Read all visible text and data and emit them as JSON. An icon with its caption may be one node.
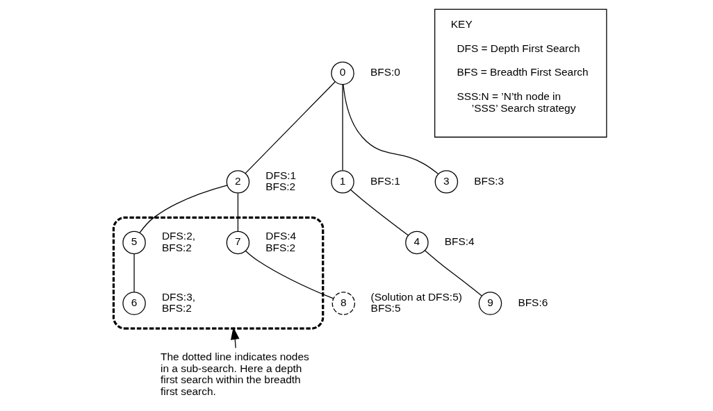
{
  "diagram": {
    "nodes": [
      {
        "text": [
          "0"
        ],
        "beside": [
          "BFS:0"
        ]
      },
      {
        "text": [
          "1"
        ],
        "beside": [
          "BFS:1"
        ]
      },
      {
        "text": [
          "2"
        ],
        "beside": [
          "DFS:1",
          "BFS:2"
        ]
      },
      {
        "text": [
          "3"
        ],
        "beside": [
          "BFS:3"
        ]
      },
      {
        "text": [
          "KEY",
          "DFS = Depth First Search",
          "BFS = Breadth First Search",
          "SSS:N = ’N’th node in ’SSS’ Search strategy"
        ]
      },
      {
        "text": [],
        "shape": "cloud"
      },
      {
        "text": [
          "5"
        ],
        "beside": [
          "DFS:2,",
          "BFS:2"
        ],
        "in": 5
      },
      {
        "text": [
          "7"
        ],
        "beside": [
          "DFS:4",
          "BFS:2"
        ],
        "in": 5
      },
      {
        "text": [
          "6"
        ],
        "beside": [
          "DFS:3,",
          "BFS:2"
        ],
        "in": 5
      },
      {
        "text": [
          "The dotted line indicates nodes in a sub-search. Here a depth first search within the breadth first search."
        ]
      },
      {
        "text": [
          "4"
        ],
        "beside": [
          "BFS:4"
        ]
      },
      {
        "text": [
          "8"
        ],
        "beside": [
          "(Solution at DFS:5)",
          "BFS:5"
        ]
      },
      {
        "text": [
          "9"
        ],
        "beside": [
          "BFS:6"
        ]
      }
    ],
    "edges": [
      {
        "from": 0,
        "to": 1,
        "arrow": "none"
      },
      {
        "from": 0,
        "to": 2,
        "arrow": "none"
      },
      {
        "from": 0,
        "to": 3,
        "arrow": "none"
      },
      {
        "from": 2,
        "to": 6,
        "arrow": "none"
      },
      {
        "from": 2,
        "to": 7,
        "arrow": "none"
      },
      {
        "from": 6,
        "to": 8,
        "arrow": "none"
      },
      {
        "from": 1,
        "to": 10,
        "arrow": "none"
      },
      {
        "from": 7,
        "to": 11,
        "arrow": "none"
      },
      {
        "from": 10,
        "to": 12,
        "arrow": "none"
      },
      {
        "from": 9,
        "to": 5,
        "arrow": "to"
      }
    ]
  }
}
